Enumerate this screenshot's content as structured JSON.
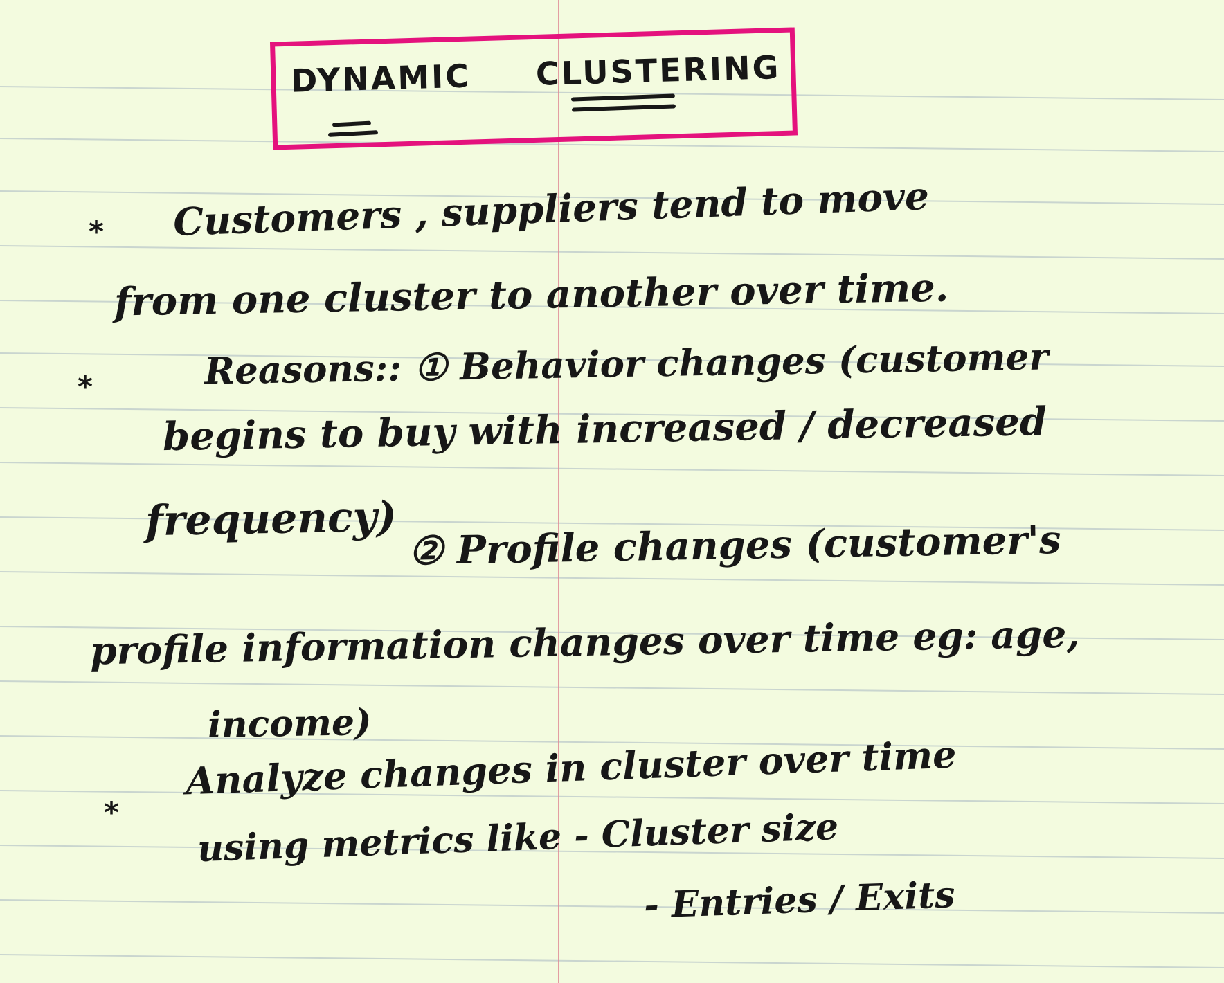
{
  "note": {
    "title_part_1": "DYNAMIC",
    "title_part_2": "CLUSTERING",
    "bullet_symbol": "*",
    "lines": [
      "Customers , suppliers tend to move",
      "from one cluster to another over time.",
      "Reasons:: ① Behavior changes (customer",
      "begins to buy with increased / decreased",
      "frequency)",
      "② Profile changes (customer's",
      "profile information changes over time eg: age,",
      "income)",
      "Analyze changes in cluster over time",
      "using metrics like - Cluster size",
      "- Entries / Exits"
    ]
  },
  "colors": {
    "paper": "#f3fbdf",
    "ink": "#171717",
    "title_box": "#e4127d",
    "margin_line": "#df8c98",
    "rules": "#b4c1c8"
  }
}
